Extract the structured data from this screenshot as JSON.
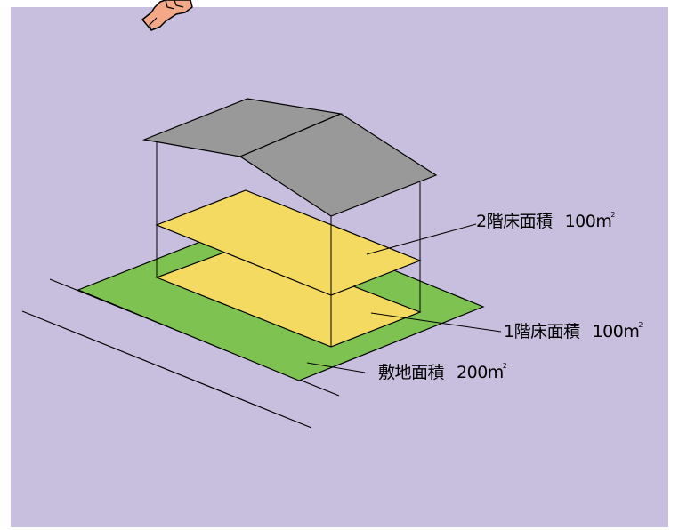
{
  "labels": {
    "floor2": {
      "name": "2階床面積",
      "value": "100m",
      "unit_sup": "2"
    },
    "floor1": {
      "name": "1階床面積",
      "value": "100m",
      "unit_sup": "2"
    },
    "site": {
      "name": "敷地面積",
      "value": "200m",
      "unit_sup": "2"
    }
  },
  "icons": {
    "pointing_hand": "pointing-hand-icon"
  },
  "colors": {
    "background": "#c8bedd",
    "site": "#7ec351",
    "floor": "#f5da61",
    "roof": "#999999",
    "line": "#000000"
  }
}
